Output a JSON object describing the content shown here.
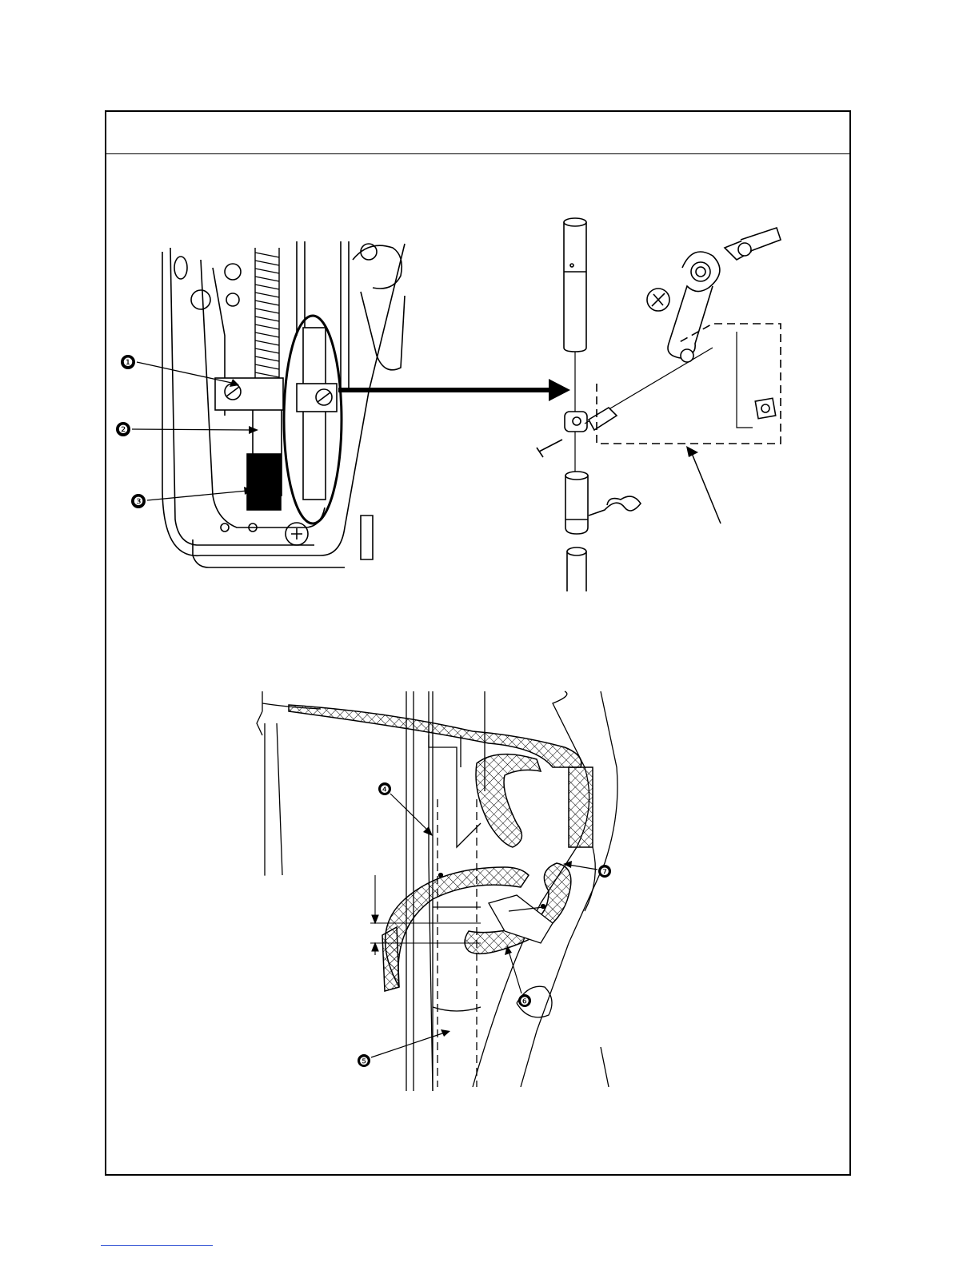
{
  "callouts": {
    "c1": "❶",
    "c2": "❷",
    "c3": "❸",
    "c4": "❹",
    "c5": "❺",
    "c6": "❻",
    "c7": "❼"
  },
  "colors": {
    "line": "#000000",
    "footer_rule": "#3b5bd6"
  }
}
